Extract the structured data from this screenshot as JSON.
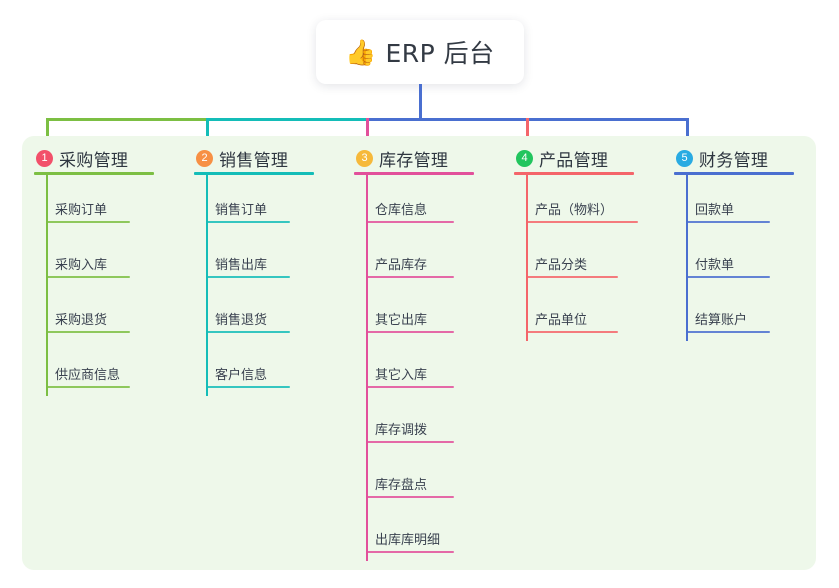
{
  "root": {
    "icon": "thumbs-up-emoji",
    "emoji": "👍",
    "title": "ERP 后台"
  },
  "palette": {
    "panel_bg": "#eef8ea",
    "page_bg": "#ffffff",
    "root_stem": "#4a6fd0",
    "text": "#2e3640"
  },
  "columns": [
    {
      "badge": "1",
      "badge_color": "#f2506a",
      "line_color": "#7cbf43",
      "title": "采购管理",
      "items": [
        "采购订单",
        "采购入库",
        "采购退货",
        "供应商信息"
      ]
    },
    {
      "badge": "2",
      "badge_color": "#f79044",
      "line_color": "#14bdb8",
      "title": "销售管理",
      "items": [
        "销售订单",
        "销售出库",
        "销售退货",
        "客户信息"
      ]
    },
    {
      "badge": "3",
      "badge_color": "#f6b93b",
      "line_color": "#e2509b",
      "title": "库存管理",
      "items": [
        "仓库信息",
        "产品库存",
        "其它出库",
        "其它入库",
        "库存调拨",
        "库存盘点",
        "出库库明细"
      ]
    },
    {
      "badge": "4",
      "badge_color": "#22c55e",
      "line_color": "#f4656a",
      "title": "产品管理",
      "items": [
        "产品（物料）",
        "产品分类",
        "产品单位"
      ]
    },
    {
      "badge": "5",
      "badge_color": "#29abe2",
      "line_color": "#4a6fd0",
      "title": "财务管理",
      "items": [
        "回款单",
        "付款单",
        "结算账户"
      ]
    }
  ]
}
